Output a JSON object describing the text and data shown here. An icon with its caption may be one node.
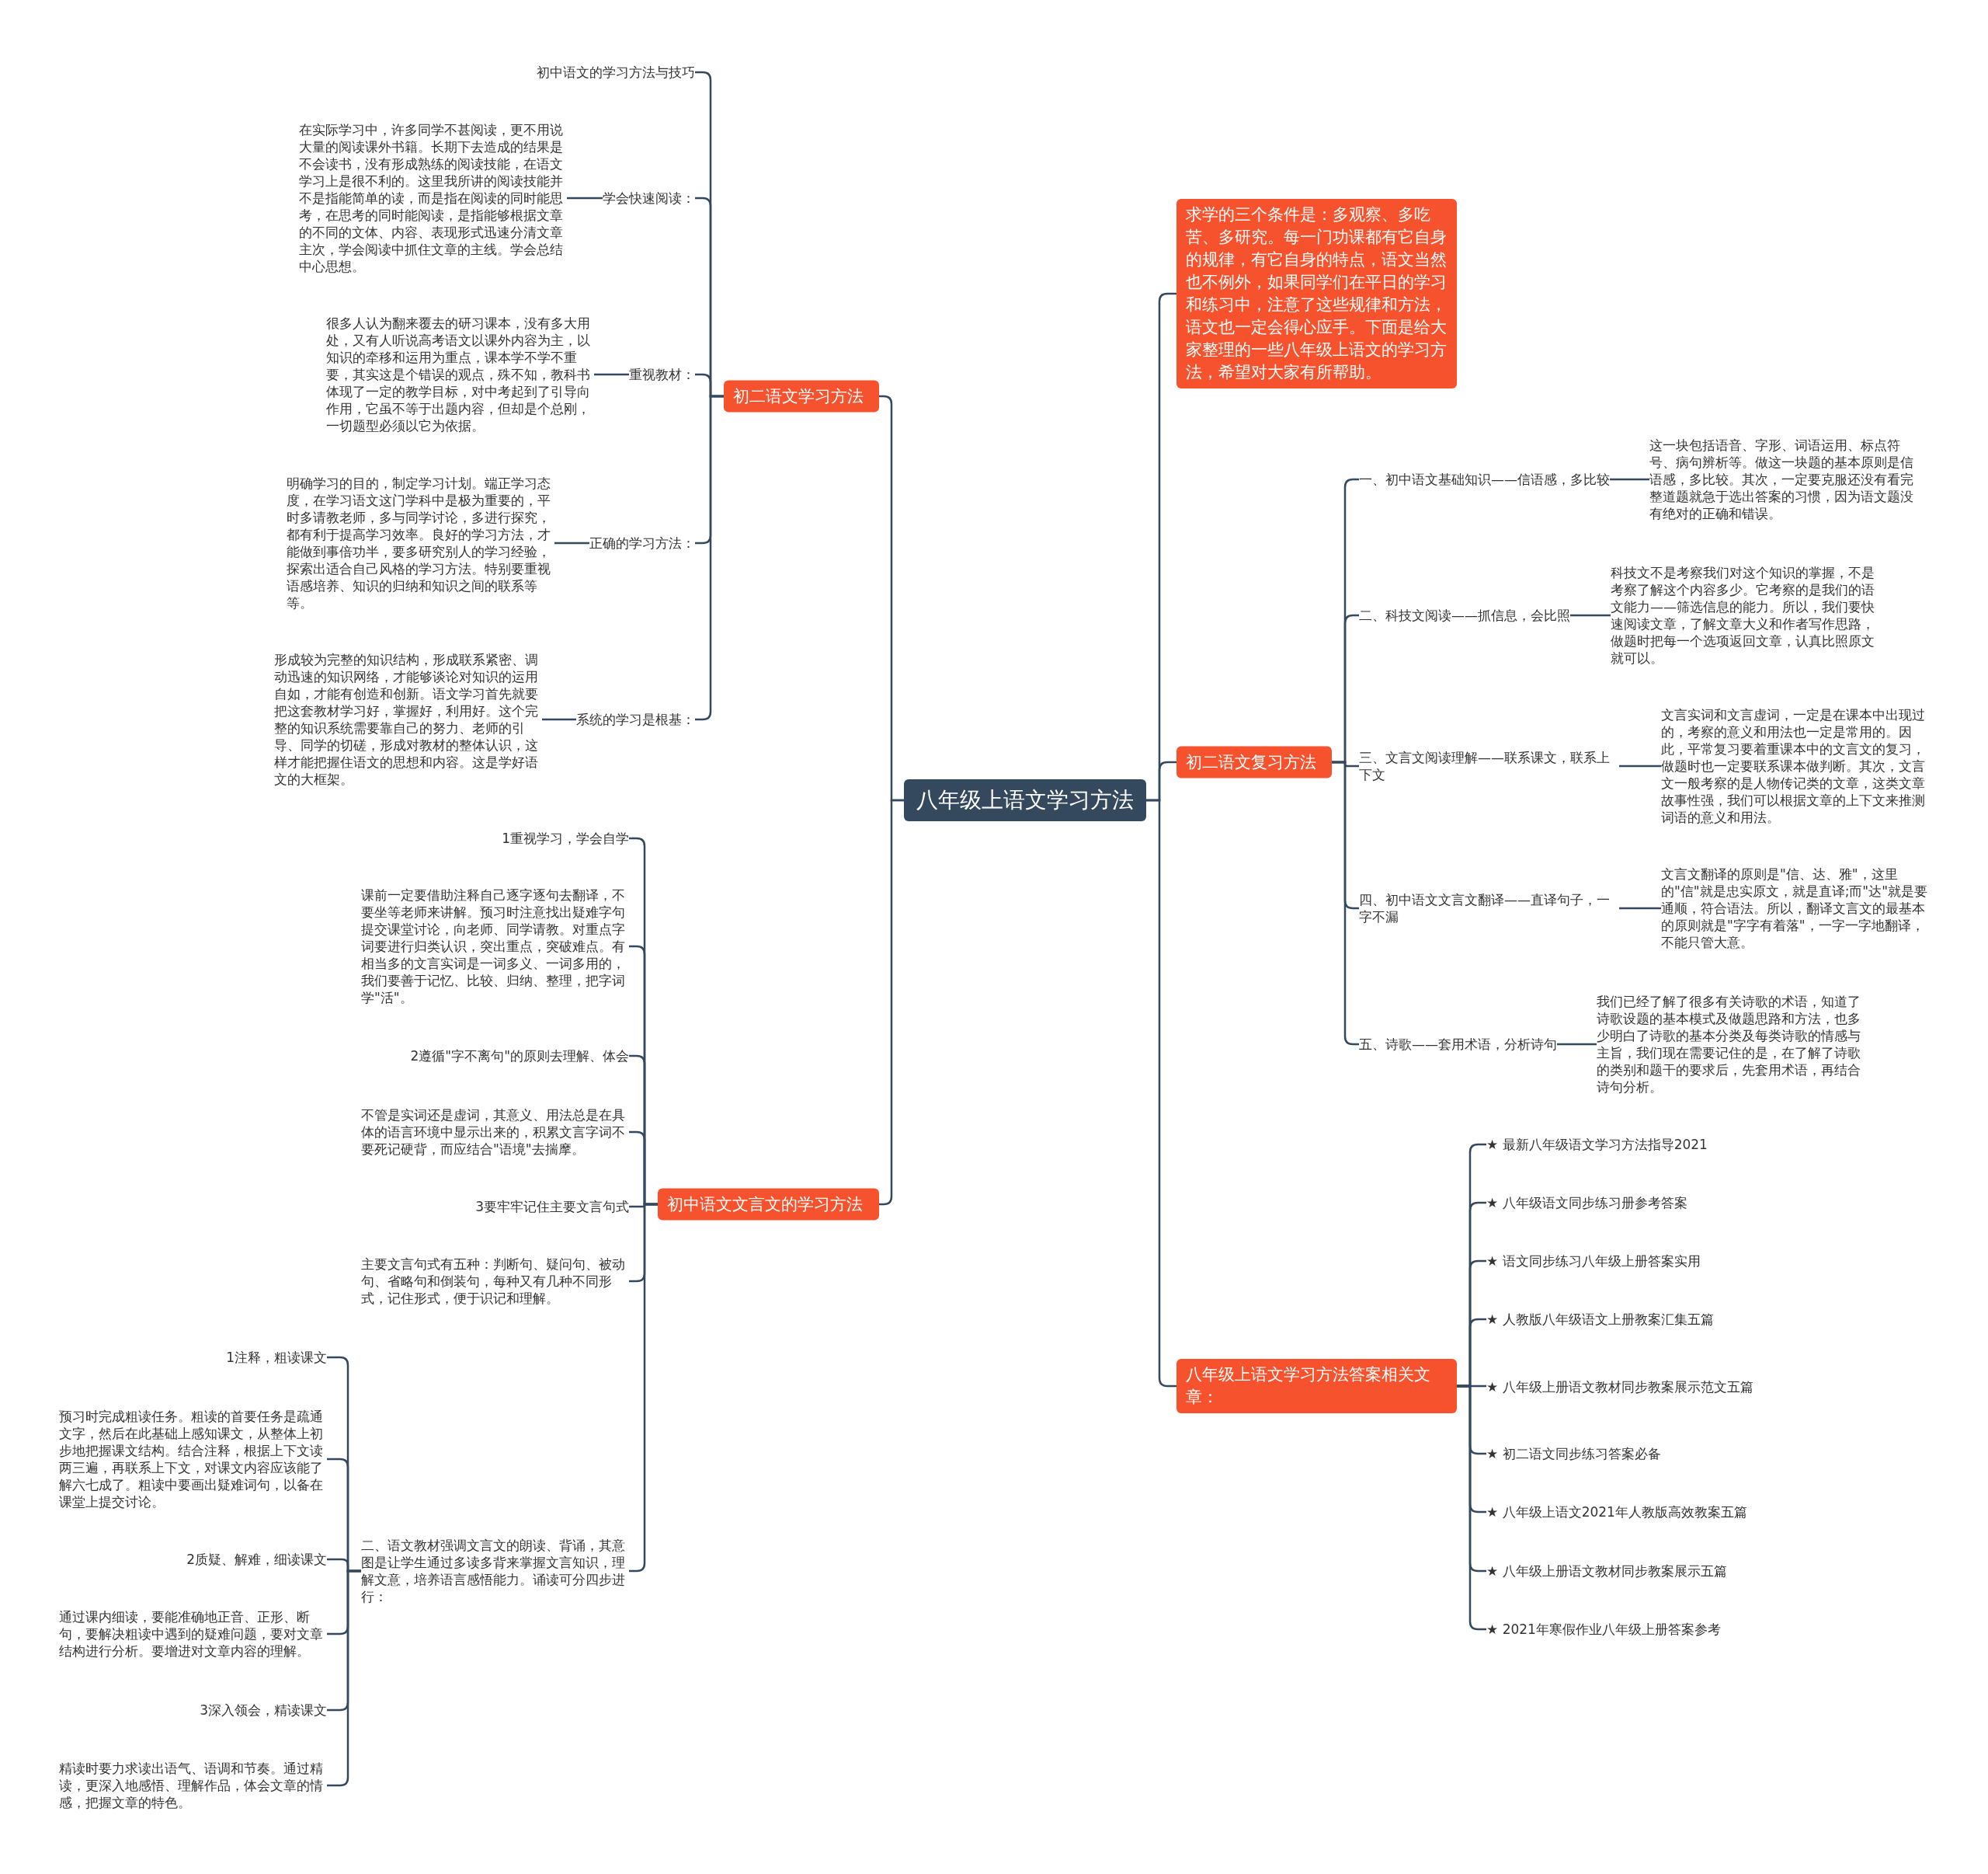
{
  "diagram": {
    "nodes": [
      {
        "text": [
          "八年级上语文学习方法"
        ]
      },
      {
        "text": [
          "初二语文学习方法"
        ]
      },
      {
        "text": [
          "初中语文的学习方法与技巧"
        ]
      },
      {
        "text": [
          "学会快速阅读："
        ]
      },
      {
        "text": [
          "在实际学习中，许多同学不甚阅读，更不用说大量的阅读课外书籍。长期下去造成的结果是不会读书，没有形成熟练的阅读技能，在语文学习上是很不利的。这里我所讲的阅读技能并不是指能简单的读，而是指在阅读的同时能思考，在思考的同时能阅读，是指能够根据文章的不同的文体、内容、表现形式迅速分清文章主次，学会阅读中抓住文章的主线。学会总结中心思想。"
        ]
      },
      {
        "text": [
          "重视教材："
        ]
      },
      {
        "text": [
          "很多人认为翻来覆去的研习课本，没有多大用处，又有人听说高考语文以课外内容为主，以知识的牵移和运用为重点，课本学不学不重要，其实这是个错误的观点，殊不知，教科书体现了一定的教学目标，对中考起到了引导向作用，它虽不等于出题内容，但却是个总刚，一切题型必须以它为依据。"
        ]
      },
      {
        "text": [
          "正确的学习方法："
        ]
      },
      {
        "text": [
          "明确学习的目的，制定学习计划。端正学习态度，在学习语文这门学科中是极为重要的，平时多请教老师，多与同学讨论，多进行探究，都有利于提高学习效率。良好的学习方法，才能做到事倍功半，要多研究别人的学习经验，探索出适合自己风格的学习方法。特别要重视语感培养、知识的归纳和知识之间的联系等等。"
        ]
      },
      {
        "text": [
          "系统的学习是根基："
        ]
      },
      {
        "text": [
          "形成较为完整的知识结构，形成联系紧密、调动迅速的知识网络，才能够谈论对知识的运用自如，才能有创造和创新。语文学习首先就要把这套教材学习好，掌握好，利用好。这个完整的知识系统需要靠自己的努力、老师的引导、同学的切磋，形成对教材的整体认识，这样才能把握住语文的思想和内容。这是学好语文的大框架。"
        ]
      },
      {
        "text": [
          "初中语文文言文的学习方法"
        ]
      },
      {
        "text": [
          "1重视学习，学会自学"
        ]
      },
      {
        "text": [
          "课前一定要借助注释自己逐字逐句去翻译，不要坐等老师来讲解。预习时注意找出疑难字句提交课堂讨论，向老师、同学请教。对重点字词要进行归类认识，突出重点，突破难点。有相当多的文言实词是一词多义、一词多用的，我们要善于记忆、比较、归纳、整理，把字词学\"活\"。"
        ]
      },
      {
        "text": [
          "2遵循\"字不离句\"的原则去理解、体会"
        ]
      },
      {
        "text": [
          "不管是实词还是虚词，其意义、用法总是在具体的语言环境中显示出来的，积累文言字词不要死记硬背，而应结合\"语境\"去揣摩。"
        ]
      },
      {
        "text": [
          "3要牢牢记住主要文言句式"
        ]
      },
      {
        "text": [
          "主要文言句式有五种：判断句、疑问句、被动句、省略句和倒装句，每种又有几种不同形式，记住形式，便于识记和理解。"
        ]
      },
      {
        "text": [
          "二、语文教材强调文言文的朗读、背诵，其意图是让学生通过多读多背来掌握文言知识，理解文意，培养语言感悟能力。诵读可分四步进行："
        ]
      },
      {
        "text": [
          "1注释，粗读课文"
        ]
      },
      {
        "text": [
          "预习时完成粗读任务。粗读的首要任务是疏通文字，然后在此基础上感知课文，从整体上初步地把握课文结构。结合注释，根据上下文读两三遍，再联系上下文，对课文内容应该能了解六七成了。粗读中要画出疑难词句，以备在课堂上提交讨论。"
        ]
      },
      {
        "text": [
          "2质疑、解难，细读课文"
        ]
      },
      {
        "text": [
          "通过课内细读，要能准确地正音、正形、断句，要解决粗读中遇到的疑难问题，要对文章结构进行分析。要增进对文章内容的理解。"
        ]
      },
      {
        "text": [
          "3深入领会，精读课文"
        ]
      },
      {
        "text": [
          "精读时要力求读出语气、语调和节奏。通过精读，更深入地感悟、理解作品，体会文章的情感，把握文章的特色。"
        ]
      },
      {
        "text": [
          "求学的三个条件是：多观察、多吃苦、多研究。每一门功课都有它自身的规律，有它自身的特点，语文当然也不例外，如果同学们在平日的学习和练习中，注意了这些规律和方法，语文也一定会得心应手。下面是给大家整理的一些八年级上语文的学习方法，希望对大家有所帮助。"
        ]
      },
      {
        "text": [
          "初二语文复习方法"
        ]
      },
      {
        "text": [
          "一、初中语文基础知识——信语感，多比较"
        ]
      },
      {
        "text": [
          "这一块包括语音、字形、词语运用、标点符号、病句辨析等。做这一块题的基本原则是信语感，多比较。其次，一定要克服还没有看完整道题就急于选出答案的习惯，因为语文题没有绝对的正确和错误。"
        ]
      },
      {
        "text": [
          "二、科技文阅读——抓信息，会比照"
        ]
      },
      {
        "text": [
          "科技文不是考察我们对这个知识的掌握，不是考察了解这个内容多少。它考察的是我们的语文能力——筛选信息的能力。所以，我们要快速阅读文章，了解文章大义和作者写作思路，做题时把每一个选项返回文章，认真比照原文就可以。"
        ]
      },
      {
        "text": [
          "三、文言文阅读理解——联系课文，联系上下文"
        ]
      },
      {
        "text": [
          "文言实词和文言虚词，一定是在课本中出现过的，考察的意义和用法也一定是常用的。因此，平常复习要着重课本中的文言文的复习，做题时也一定要联系课本做判断。其次，文言文一般考察的是人物传记类的文章，这类文章故事性强，我们可以根据文章的上下文来推测词语的意义和用法。"
        ]
      },
      {
        "text": [
          "四、初中语文文言文翻译——直译句子，一字不漏"
        ]
      },
      {
        "text": [
          "文言文翻译的原则是\"信、达、雅\"，这里的\"信\"就是忠实原文，就是直译;而\"达\"就是要通顺，符合语法。所以，翻译文言文的最基本的原则就是\"字字有着落\"，一字一字地翻译，不能只管大意。"
        ]
      },
      {
        "text": [
          "五、诗歌——套用术语，分析诗句"
        ]
      },
      {
        "text": [
          "我们已经了解了很多有关诗歌的术语，知道了诗歌设题的基本模式及做题思路和方法，也多少明白了诗歌的基本分类及每类诗歌的情感与主旨，我们现在需要记住的是，在了解了诗歌的类别和题干的要求后，先套用术语，再结合诗句分析。"
        ]
      },
      {
        "text": [
          "八年级上语文学习方法答案相关文章："
        ]
      },
      {
        "text": [
          "★ 最新八年级语文学习方法指导2021"
        ]
      },
      {
        "text": [
          "★ 八年级语文同步练习册参考答案"
        ]
      },
      {
        "text": [
          "★ 语文同步练习八年级上册答案实用"
        ]
      },
      {
        "text": [
          "★ 人教版八年级语文上册教案汇集五篇"
        ]
      },
      {
        "text": [
          "★ 八年级上册语文教材同步教案展示范文五篇"
        ]
      },
      {
        "text": [
          "★ 初二语文同步练习答案必备"
        ]
      },
      {
        "text": [
          "★ 八年级上语文2021年人教版高效教案五篇"
        ]
      },
      {
        "text": [
          "★ 八年级上册语文教材同步教案展示五篇"
        ]
      },
      {
        "text": [
          "★ 2021年寒假作业八年级上册答案参考"
        ]
      }
    ],
    "edges": [
      {
        "from": 0,
        "to": 1,
        "arrow": "none"
      },
      {
        "from": 1,
        "to": 2,
        "arrow": "none"
      },
      {
        "from": 1,
        "to": 3,
        "arrow": "none"
      },
      {
        "from": 3,
        "to": 4,
        "arrow": "none"
      },
      {
        "from": 1,
        "to": 5,
        "arrow": "none"
      },
      {
        "from": 5,
        "to": 6,
        "arrow": "none"
      },
      {
        "from": 1,
        "to": 7,
        "arrow": "none"
      },
      {
        "from": 7,
        "to": 8,
        "arrow": "none"
      },
      {
        "from": 1,
        "to": 9,
        "arrow": "none"
      },
      {
        "from": 9,
        "to": 10,
        "arrow": "none"
      },
      {
        "from": 0,
        "to": 11,
        "arrow": "none"
      },
      {
        "from": 11,
        "to": 12,
        "arrow": "none"
      },
      {
        "from": 11,
        "to": 13,
        "arrow": "none"
      },
      {
        "from": 11,
        "to": 14,
        "arrow": "none"
      },
      {
        "from": 11,
        "to": 15,
        "arrow": "none"
      },
      {
        "from": 11,
        "to": 16,
        "arrow": "none"
      },
      {
        "from": 11,
        "to": 17,
        "arrow": "none"
      },
      {
        "from": 11,
        "to": 18,
        "arrow": "none"
      },
      {
        "from": 18,
        "to": 19,
        "arrow": "none"
      },
      {
        "from": 18,
        "to": 20,
        "arrow": "none"
      },
      {
        "from": 18,
        "to": 21,
        "arrow": "none"
      },
      {
        "from": 18,
        "to": 22,
        "arrow": "none"
      },
      {
        "from": 18,
        "to": 23,
        "arrow": "none"
      },
      {
        "from": 18,
        "to": 24,
        "arrow": "none"
      },
      {
        "from": 0,
        "to": 25,
        "arrow": "none"
      },
      {
        "from": 0,
        "to": 26,
        "arrow": "none"
      },
      {
        "from": 26,
        "to": 27,
        "arrow": "none"
      },
      {
        "from": 27,
        "to": 28,
        "arrow": "none"
      },
      {
        "from": 26,
        "to": 29,
        "arrow": "none"
      },
      {
        "from": 29,
        "to": 30,
        "arrow": "none"
      },
      {
        "from": 26,
        "to": 31,
        "arrow": "none"
      },
      {
        "from": 31,
        "to": 32,
        "arrow": "none"
      },
      {
        "from": 26,
        "to": 33,
        "arrow": "none"
      },
      {
        "from": 33,
        "to": 34,
        "arrow": "none"
      },
      {
        "from": 26,
        "to": 35,
        "arrow": "none"
      },
      {
        "from": 35,
        "to": 36,
        "arrow": "none"
      },
      {
        "from": 0,
        "to": 37,
        "arrow": "none"
      },
      {
        "from": 37,
        "to": 38,
        "arrow": "none"
      },
      {
        "from": 37,
        "to": 39,
        "arrow": "none"
      },
      {
        "from": 37,
        "to": 40,
        "arrow": "none"
      },
      {
        "from": 37,
        "to": 41,
        "arrow": "none"
      },
      {
        "from": 37,
        "to": 42,
        "arrow": "none"
      },
      {
        "from": 37,
        "to": 43,
        "arrow": "none"
      },
      {
        "from": 37,
        "to": 44,
        "arrow": "none"
      },
      {
        "from": 37,
        "to": 45,
        "arrow": "none"
      },
      {
        "from": 37,
        "to": 46,
        "arrow": "none"
      }
    ]
  }
}
